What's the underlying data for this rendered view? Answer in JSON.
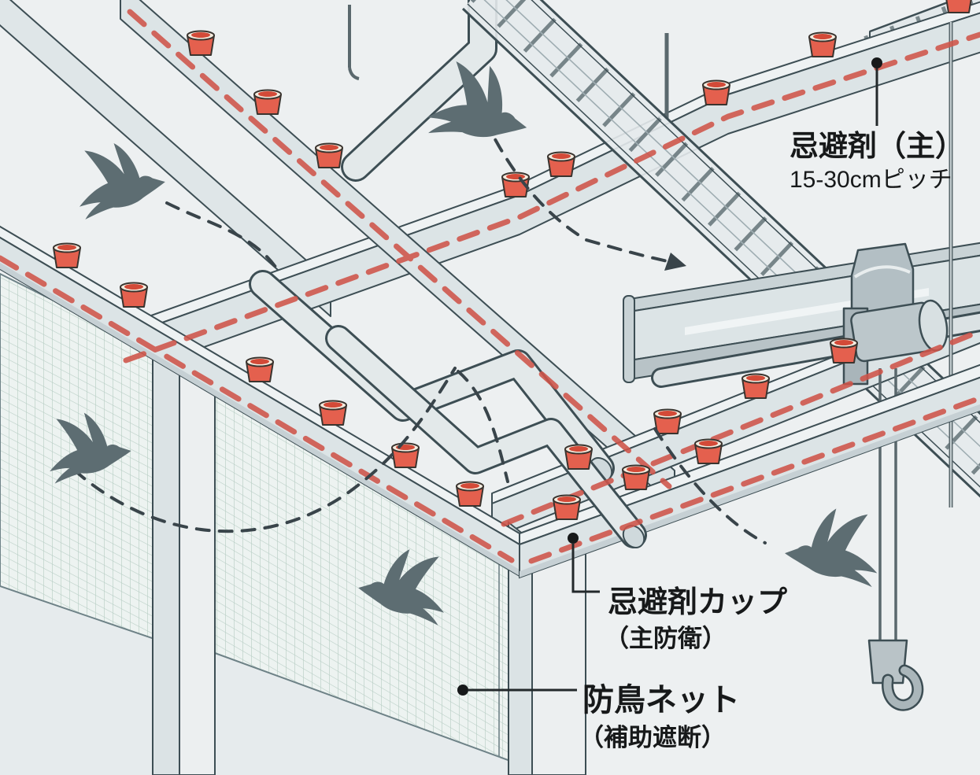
{
  "diagram": {
    "subject": "bird-deterrent-measures-industrial-ceiling",
    "labels": {
      "repellent_main": {
        "title": "忌避剤（主）",
        "subtitle": "15-30cmピッチ"
      },
      "repellent_cup": {
        "title": "忌避剤カップ",
        "subtitle": "（主防衛）"
      },
      "bird_net": {
        "title": "防鳥ネット",
        "subtitle": "（補助遮断）"
      }
    },
    "counts": {
      "repellent_cups": 21,
      "pigeons": 5,
      "flight_paths": 5
    },
    "colors": {
      "background": "#edf0f1",
      "structure_fill": "#dce4e6",
      "structure_outline": "#3d4e54",
      "repellent_line": "#cf5449",
      "cup_body": "#e4604e",
      "cup_rim": "#f4ecdf",
      "cup_liquid": "#d34a38",
      "mesh_line": "#b7cdc4",
      "pigeon": "#5d6d72",
      "flight_path": "#39444a",
      "label_text": "#17191a",
      "hoist_metal": "#b9c3c7"
    }
  }
}
